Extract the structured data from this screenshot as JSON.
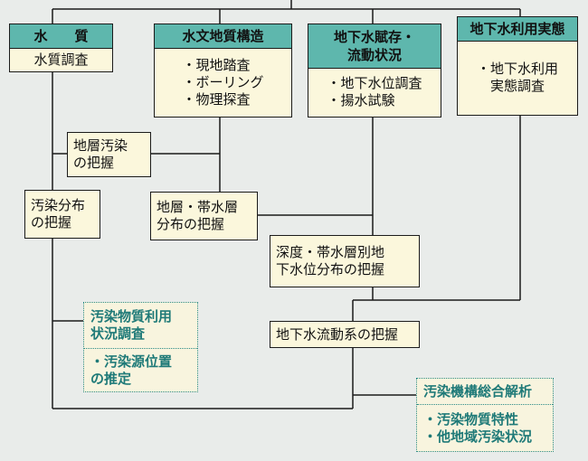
{
  "survey": {
    "water_quality": {
      "title": "水　　質",
      "items": [
        "水質調査"
      ]
    },
    "hydrogeology": {
      "title": "水文地質構造",
      "items": [
        "・現地踏査",
        "・ボーリング",
        "・物理探査"
      ]
    },
    "groundwater_flow": {
      "title_lines": [
        "地下水賦存・",
        "流動状況"
      ],
      "items": [
        "・地下水位調査",
        "・揚水試験"
      ]
    },
    "water_use": {
      "title": "地下水利用実態",
      "items": [
        "・地下水利用",
        "実態調査"
      ]
    }
  },
  "analysis": {
    "stratum_contamination": [
      "地層汚染",
      "の把握"
    ],
    "contamination_distribution": [
      "汚染分布",
      "の把握"
    ],
    "aquifer_distribution": [
      "地層・帯水層",
      "分布の把握"
    ],
    "water_level_distribution": [
      "深度・帯水層別地",
      "下水位分布の把握"
    ],
    "flow_system": [
      "地下水流動系の把握"
    ]
  },
  "investigation": {
    "substance_usage": [
      "汚染物質利用",
      "状況調査"
    ],
    "source_location": [
      "・汚染源位置",
      "の推定"
    ]
  },
  "synthesis": {
    "title": "汚染機構総合解析",
    "items": [
      "・汚染物質特性",
      "・他地域汚染状況"
    ]
  },
  "colors": {
    "header_fill": "#5eb7ad",
    "box_fill": "#fbf7dc",
    "dotted_text": "#1f7a78",
    "line": "#1b1b1b"
  }
}
